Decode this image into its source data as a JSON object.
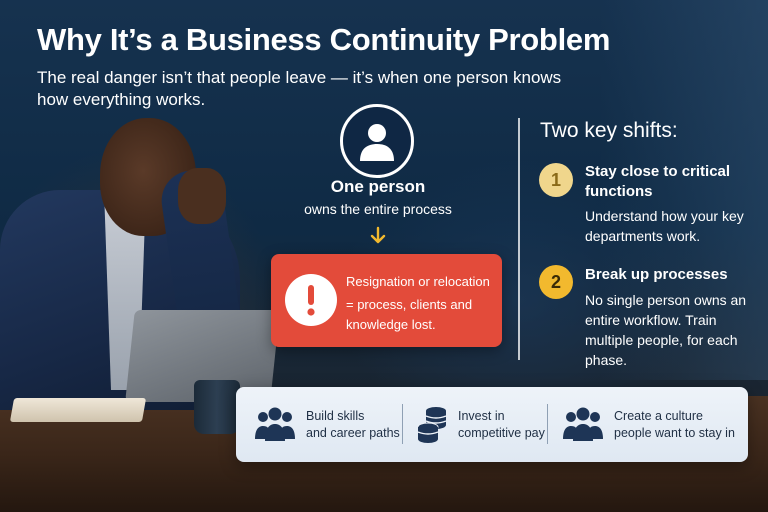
{
  "title": "Why It’s a Business Continuity Problem",
  "subtitle": "The real danger isn’t that people leave — it’s when one person knows how everything works.",
  "center": {
    "heading": "One person",
    "subheading": "owns the entire process",
    "alert_title": "Resignation or relocation",
    "alert_text": "= process, clients and knowledge lost."
  },
  "shifts": {
    "title": "Two key shifts:",
    "items": [
      {
        "number": "1",
        "heading": "Stay close to critical functions",
        "body": "Understand how your key departments work."
      },
      {
        "number": "2",
        "heading": "Break up processes",
        "body": "No single person owns an entire workflow. Train multiple people, for each phase."
      }
    ]
  },
  "bottom_bar": {
    "items": [
      {
        "icon": "people-group-icon",
        "line1": "Build skills",
        "line2": "and career paths"
      },
      {
        "icon": "coin-stack-icon",
        "line1": "Invest in",
        "line2": "competitive pay"
      },
      {
        "icon": "people-group-icon",
        "line1": "Create a culture",
        "line2": "people want to stay in"
      }
    ]
  },
  "colors": {
    "alert": "#e34b3a",
    "badge_1": "#f0d68c",
    "badge_2": "#f2b92e",
    "navy": "#0f2744",
    "icon_navy": "#1e3556"
  }
}
